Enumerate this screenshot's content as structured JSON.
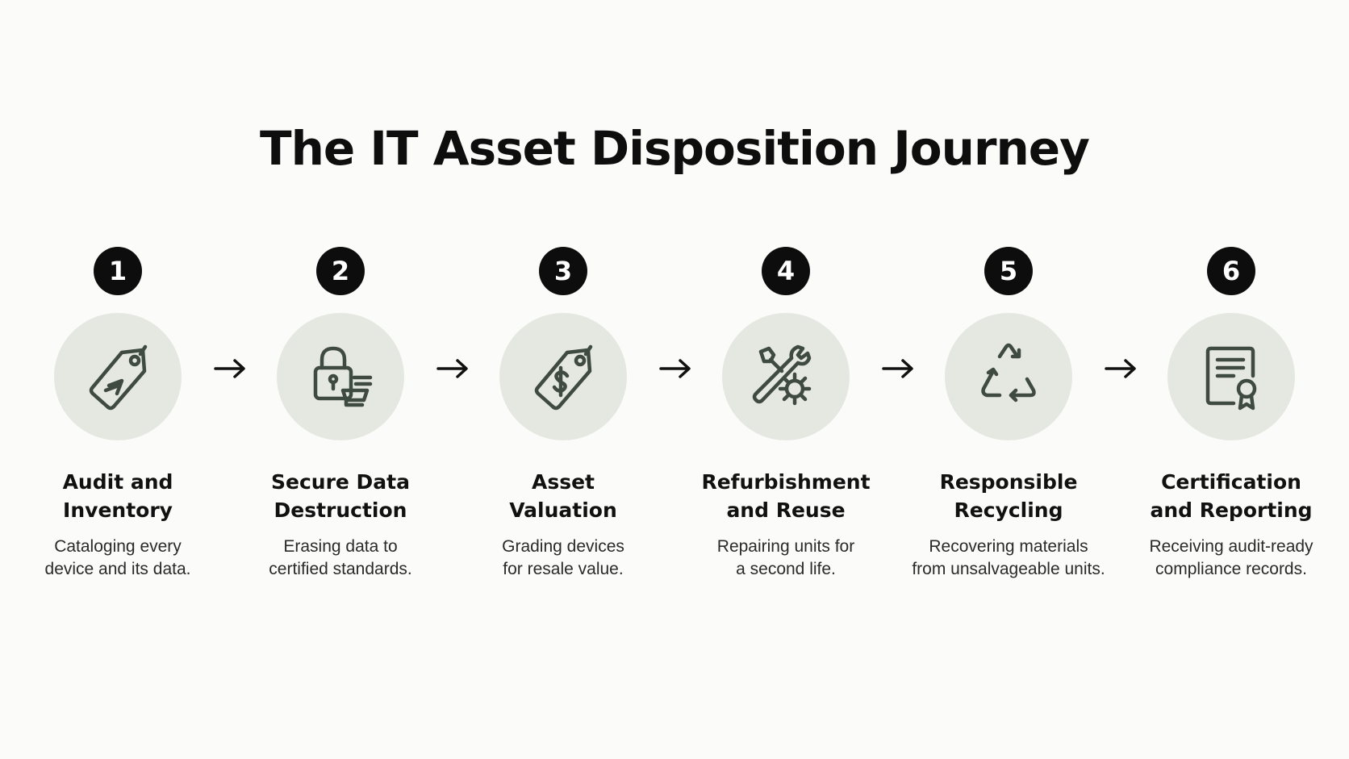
{
  "title": "The IT Asset Disposition Journey",
  "colors": {
    "background": "#fbfbfa",
    "icon_circle": "#e5e8e1",
    "icon_stroke": "#3f4a41",
    "badge": "#0d0d0d"
  },
  "steps": [
    {
      "number": "1",
      "icon": "price-tag-icon",
      "title_line1": "Audit and",
      "title_line2": "Inventory",
      "desc_line1": "Cataloging every",
      "desc_line2": "device and its data."
    },
    {
      "number": "2",
      "icon": "padlock-icon",
      "title_line1": "Secure Data",
      "title_line2": "Destruction",
      "desc_line1": "Erasing data to",
      "desc_line2": "certified standards."
    },
    {
      "number": "3",
      "icon": "dollar-tag-icon",
      "title_line1": "Asset",
      "title_line2": "Valuation",
      "desc_line1": "Grading devices",
      "desc_line2": "for resale value."
    },
    {
      "number": "4",
      "icon": "wrench-gear-icon",
      "title_line1": "Refurbishment",
      "title_line2": "and Reuse",
      "desc_line1": "Repairing units for",
      "desc_line2": "a second life."
    },
    {
      "number": "5",
      "icon": "recycle-icon",
      "title_line1": "Responsible",
      "title_line2": "Recycling",
      "desc_line1": "Recovering materials",
      "desc_line2": "from unsalvageable units."
    },
    {
      "number": "6",
      "icon": "certificate-icon",
      "title_line1": "Certification",
      "title_line2": "and Reporting",
      "desc_line1": "Receiving audit-ready",
      "desc_line2": "compliance records."
    }
  ],
  "connector_icon": "arrow-right-icon"
}
